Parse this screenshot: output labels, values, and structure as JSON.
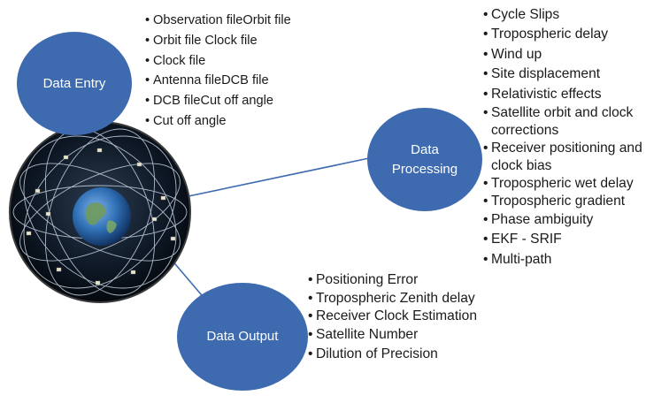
{
  "diagram": {
    "colors": {
      "node_fill": "#3e6ab0",
      "connector": "#3e6ab0",
      "text": "#1a1a1a",
      "globe_space": "#0b1420",
      "globe_earth": "#2f6fb5"
    },
    "nodes": {
      "entry": {
        "label": "Data Entry"
      },
      "processing": {
        "label_line1": "Data",
        "label_line2": "Processing"
      },
      "output": {
        "label": "Data Output"
      }
    },
    "entry_items": [
      "Observation fileOrbit file",
      "Orbit file Clock file",
      "Clock file",
      "Antenna fileDCB file",
      "DCB fileCut off angle",
      "Cut off angle"
    ],
    "processing_items": [
      "Cycle Slips",
      "Tropospheric delay",
      "Wind up",
      "Site displacement",
      "Relativistic effects",
      "Satellite orbit and clock corrections",
      "Receiver positioning and clock bias",
      "Tropospheric wet delay",
      "Tropospheric gradient",
      "Phase ambiguity",
      "EKF - SRIF",
      "Multi-path"
    ],
    "output_items": [
      "Positioning Error",
      "Tropospheric Zenith delay",
      "Receiver Clock Estimation",
      "Satellite Number",
      "Dilution of Precision"
    ],
    "globe_icon": "gnss-satellite-constellation-icon"
  }
}
